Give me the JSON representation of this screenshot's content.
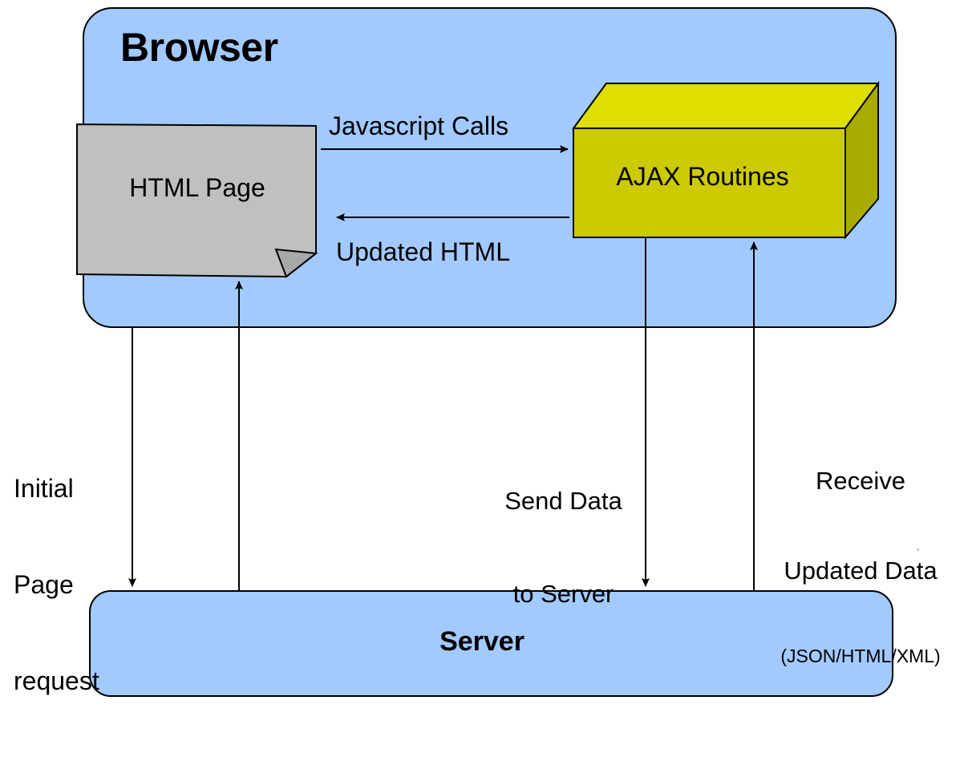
{
  "diagram": {
    "title_hidden": false,
    "colors": {
      "browser_fill": "#a2caff",
      "server_fill": "#a2caff",
      "page_fill": "#c0c0c0",
      "page_fold_fill": "#a8a8a8",
      "cube_top": "#dede00",
      "cube_front": "#ccca00",
      "cube_side": "#a9ab00",
      "stroke": "#000000",
      "background": "#ffffff"
    },
    "containers": [
      {
        "id": "browser",
        "label": "Browser"
      },
      {
        "id": "server",
        "label": "Server"
      }
    ],
    "nodes": [
      {
        "id": "html-page",
        "label": "HTML Page",
        "shape": "document"
      },
      {
        "id": "ajax-routines",
        "label": "AJAX Routines",
        "shape": "cube-3d"
      }
    ],
    "edges": [
      {
        "id": "javascript-calls",
        "label": "Javascript Calls",
        "from": "html-page",
        "to": "ajax-routines",
        "direction": "right"
      },
      {
        "id": "updated-html",
        "label": "Updated HTML",
        "from": "ajax-routines",
        "to": "html-page",
        "direction": "left"
      },
      {
        "id": "initial-page-request",
        "label": "Initial\nPage\nrequest",
        "label_lines": [
          "Initial",
          "Page",
          "request"
        ],
        "from": "browser",
        "to": "server",
        "direction": "down"
      },
      {
        "id": "initial-page-response",
        "label": "",
        "from": "server",
        "to": "html-page",
        "direction": "up"
      },
      {
        "id": "send-data-to-server",
        "label": "Send Data\nto Server",
        "label_lines": [
          "Send Data",
          "to Server"
        ],
        "from": "ajax-routines",
        "to": "server",
        "direction": "down"
      },
      {
        "id": "receive-updated-data",
        "label": "Receive\nUpdated Data\n(JSON/HTML/XML)",
        "label_lines": [
          "Receive",
          "Updated Data",
          "(JSON/HTML/XML)"
        ],
        "from": "server",
        "to": "ajax-routines",
        "direction": "up"
      }
    ]
  },
  "labels": {
    "browser": "Browser",
    "server": "Server",
    "html_page": "HTML Page",
    "ajax_routines": "AJAX Routines",
    "javascript_calls": "Javascript Calls",
    "updated_html": "Updated HTML",
    "initial_page_request_line1": "Initial",
    "initial_page_request_line2": "Page",
    "initial_page_request_line3": "request",
    "send_data_line1": "Send Data",
    "send_data_line2": "to Server",
    "receive_data_line1": "Receive",
    "receive_data_line2": "Updated Data",
    "receive_data_line3": "(JSON/HTML/XML)"
  }
}
